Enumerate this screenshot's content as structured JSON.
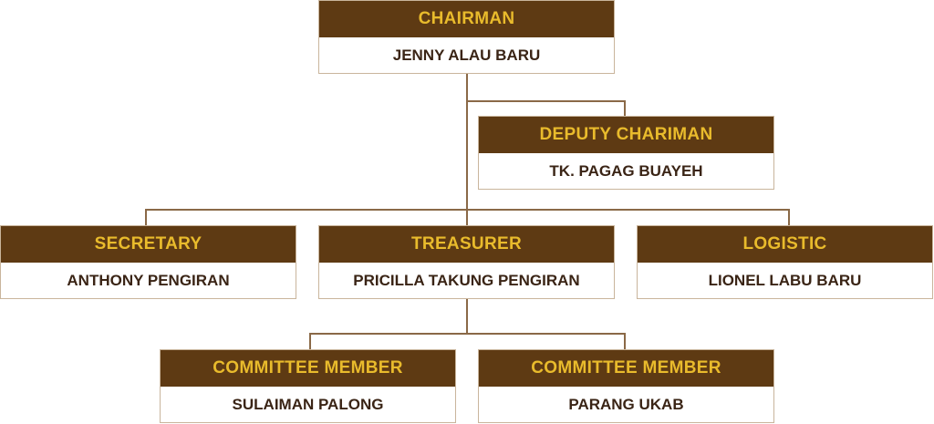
{
  "nodes": [
    {
      "role": "CHAIRMAN",
      "name": "JENNY ALAU BARU"
    },
    {
      "role": "DEPUTY CHARIMAN",
      "name": "TK. PAGAG BUAYEH"
    },
    {
      "role": "SECRETARY",
      "name": "ANTHONY PENGIRAN"
    },
    {
      "role": "TREASURER",
      "name": "PRICILLA TAKUNG PENGIRAN"
    },
    {
      "role": "LOGISTIC",
      "name": "LIONEL LABU BARU"
    },
    {
      "role": "COMMITTEE MEMBER",
      "name": "SULAIMAN PALONG"
    },
    {
      "role": "COMMITTEE MEMBER",
      "name": "PARANG UKAB"
    }
  ],
  "colors": {
    "header": "#5e3a13",
    "role_text": "#e9bb2c",
    "name_text": "#3a2415",
    "connector": "#8a6947"
  }
}
